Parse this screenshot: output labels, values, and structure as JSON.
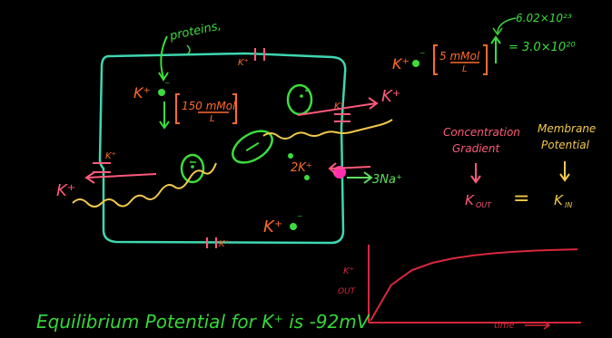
{
  "labels": {
    "proteins": "proteins,",
    "k_top": "K⁺",
    "k_left": "K⁺",
    "k_bottom": "K⁺",
    "k_right_pump": "K⁺",
    "k_leak_left": "K⁺",
    "k_leak_right": "K⁺",
    "k_inside_top": "K⁺",
    "anion_inside_top": "⁻",
    "k_inside_bottom": "K⁺",
    "anion_inside_bottom": "⁻",
    "k_outside": "K⁺",
    "anion_outside": "⁻",
    "conc_inside": "150 mMol",
    "conc_inside_unit": "L",
    "conc_outside": "5 mMol",
    "conc_outside_unit": "L",
    "two_k": "2K⁺",
    "three_na": "3Na⁺",
    "avogadro": "6.02×10²³",
    "ions_outside": "= 3.0×10²⁰",
    "conc_gradient": "Concentration Gradient",
    "membrane_potential": "Membrane Potential",
    "k_out": "K",
    "k_out_sub": "OUT",
    "equals": "=",
    "k_in": "K",
    "k_in_sub": "IN",
    "graph_ylabel_top": "K⁺",
    "graph_ylabel_bottom": "OUT",
    "graph_xlabel": "time",
    "title": "Equilibrium Potential for K⁺ is -92mV"
  },
  "colors": {
    "cell": "#3fd6b0",
    "orange": "#ff6a2a",
    "green": "#3cdc3c",
    "yellow": "#f2c94c",
    "pink": "#ff5a7a",
    "magenta": "#ff2fb0",
    "lime": "#5fe05f",
    "red": "#d6283c",
    "white": "#ffffff",
    "title": "#35d63a"
  },
  "chart_data": {
    "type": "line",
    "xlabel": "time",
    "ylabel": "K⁺ OUT",
    "series": [
      {
        "x": [
          0,
          1,
          2,
          3,
          4,
          5,
          6,
          7,
          8,
          9,
          10
        ],
        "values": [
          0,
          4.8,
          6.8,
          7.8,
          8.4,
          8.8,
          9.1,
          9.3,
          9.45,
          9.55,
          9.62
        ]
      }
    ],
    "grid": false
  }
}
